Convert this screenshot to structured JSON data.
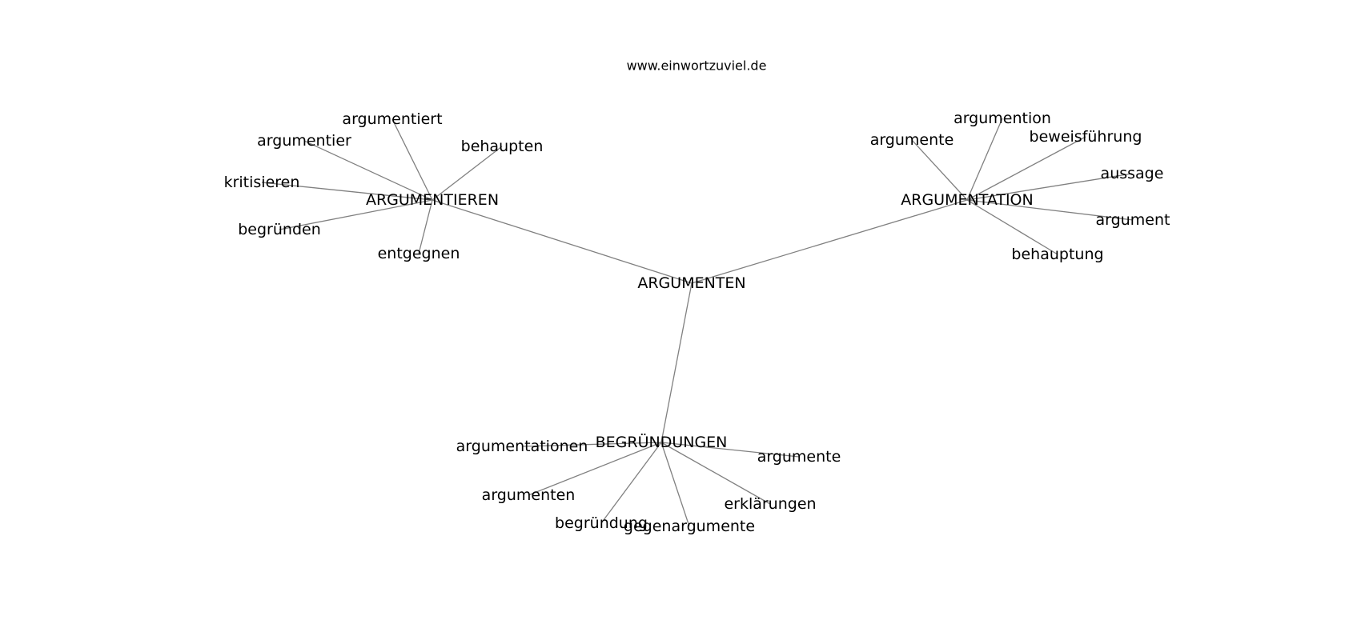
{
  "header": {
    "site": "www.einwortzuviel.de"
  },
  "graph": {
    "root": "ARGUMENTEN",
    "hubs": [
      {
        "label": "ARGUMENTIEREN",
        "leaves": [
          "argumentiert",
          "argumentier",
          "behaupten",
          "kritisieren",
          "begründen",
          "entgegnen"
        ]
      },
      {
        "label": "ARGUMENTATION",
        "leaves": [
          "argumention",
          "argumente",
          "beweisführung",
          "aussage",
          "argument",
          "behauptung"
        ]
      },
      {
        "label": "BEGRÜNDUNGEN",
        "leaves": [
          "argumentationen",
          "argumente",
          "argumenten",
          "erklärungen",
          "begründung",
          "gegenargumente"
        ]
      }
    ]
  }
}
